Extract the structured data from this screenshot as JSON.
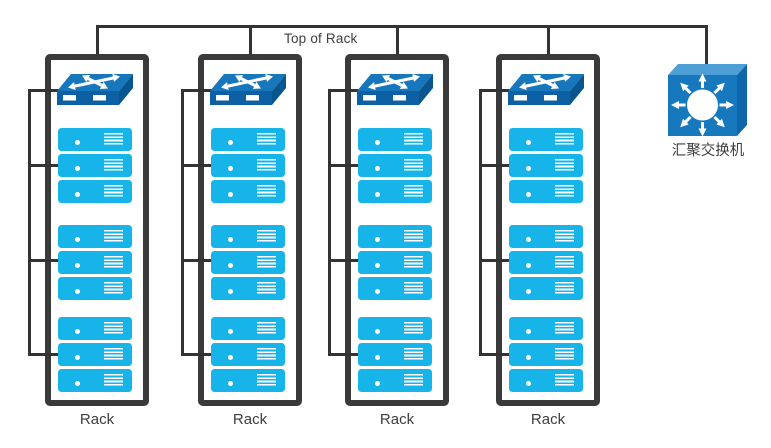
{
  "diagram": {
    "top_bus_label": "Top of Rack",
    "racks": [
      {
        "label": "Rack",
        "switch_icon": "tor-switch-icon",
        "server_groups": [
          3,
          3,
          3
        ]
      },
      {
        "label": "Rack",
        "switch_icon": "tor-switch-icon",
        "server_groups": [
          3,
          3,
          3
        ]
      },
      {
        "label": "Rack",
        "switch_icon": "tor-switch-icon",
        "server_groups": [
          3,
          3,
          3
        ]
      },
      {
        "label": "Rack",
        "switch_icon": "tor-switch-icon",
        "server_groups": [
          3,
          3,
          3
        ]
      }
    ],
    "aggregation_switch": {
      "label": "汇聚交换机",
      "icon": "aggregation-switch-icon"
    },
    "colors": {
      "line": "#333333",
      "rack": "#3a3a3a",
      "server": "#17b4ea",
      "switch_top": "#1677bd",
      "switch_front": "#0c60a3",
      "switch_side": "#09568e",
      "cube_front": "#1878be",
      "cube_top": "#4d9fd6",
      "cube_side": "#0f66a8",
      "text": "#3d3d3d"
    }
  }
}
